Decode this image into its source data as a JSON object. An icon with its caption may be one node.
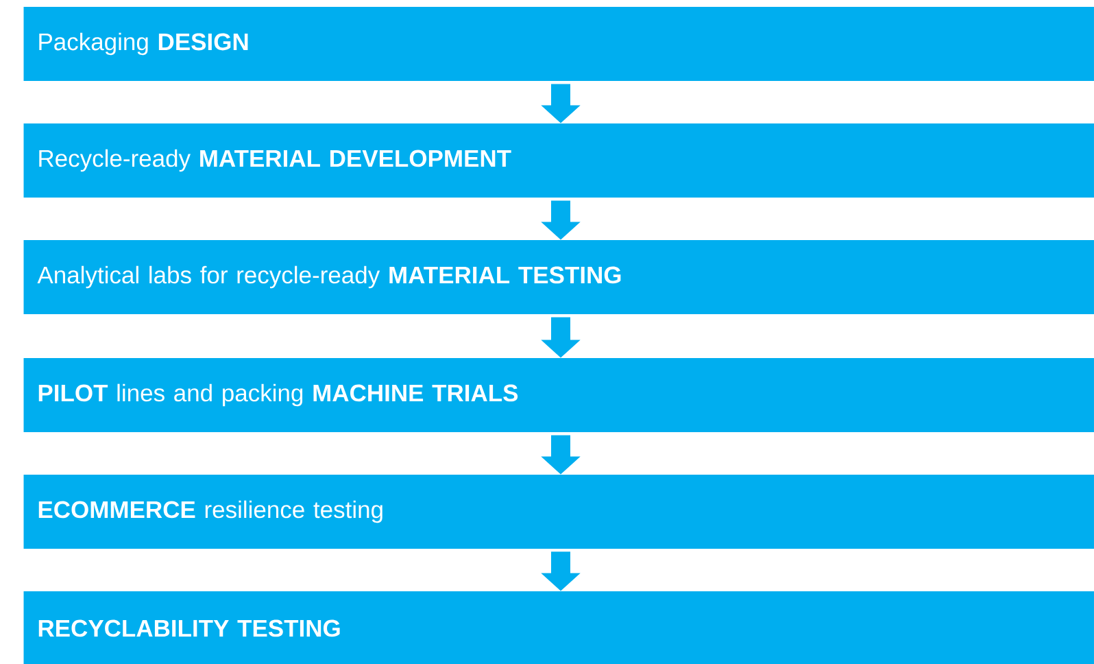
{
  "diagram": {
    "nodes": [
      {
        "text": [
          "Packaging **DESIGN**"
        ]
      },
      {
        "text": [
          "Recycle-ready **MATERIAL DEVELOPMENT**"
        ]
      },
      {
        "text": [
          "Analytical labs for recycle-ready **MATERIAL TESTING**"
        ]
      },
      {
        "text": [
          "**PILOT** lines and packing **MACHINE TRIALS**"
        ]
      },
      {
        "text": [
          "**ECOMMERCE** resilience testing"
        ]
      },
      {
        "text": [
          "**RECYCLABILITY TESTING**"
        ]
      }
    ],
    "edges": [
      {
        "from": 0,
        "to": 1,
        "arrow": "to"
      },
      {
        "from": 1,
        "to": 2,
        "arrow": "to"
      },
      {
        "from": 2,
        "to": 3,
        "arrow": "to"
      },
      {
        "from": 3,
        "to": 4,
        "arrow": "to"
      },
      {
        "from": 4,
        "to": 5,
        "arrow": "to"
      }
    ]
  }
}
